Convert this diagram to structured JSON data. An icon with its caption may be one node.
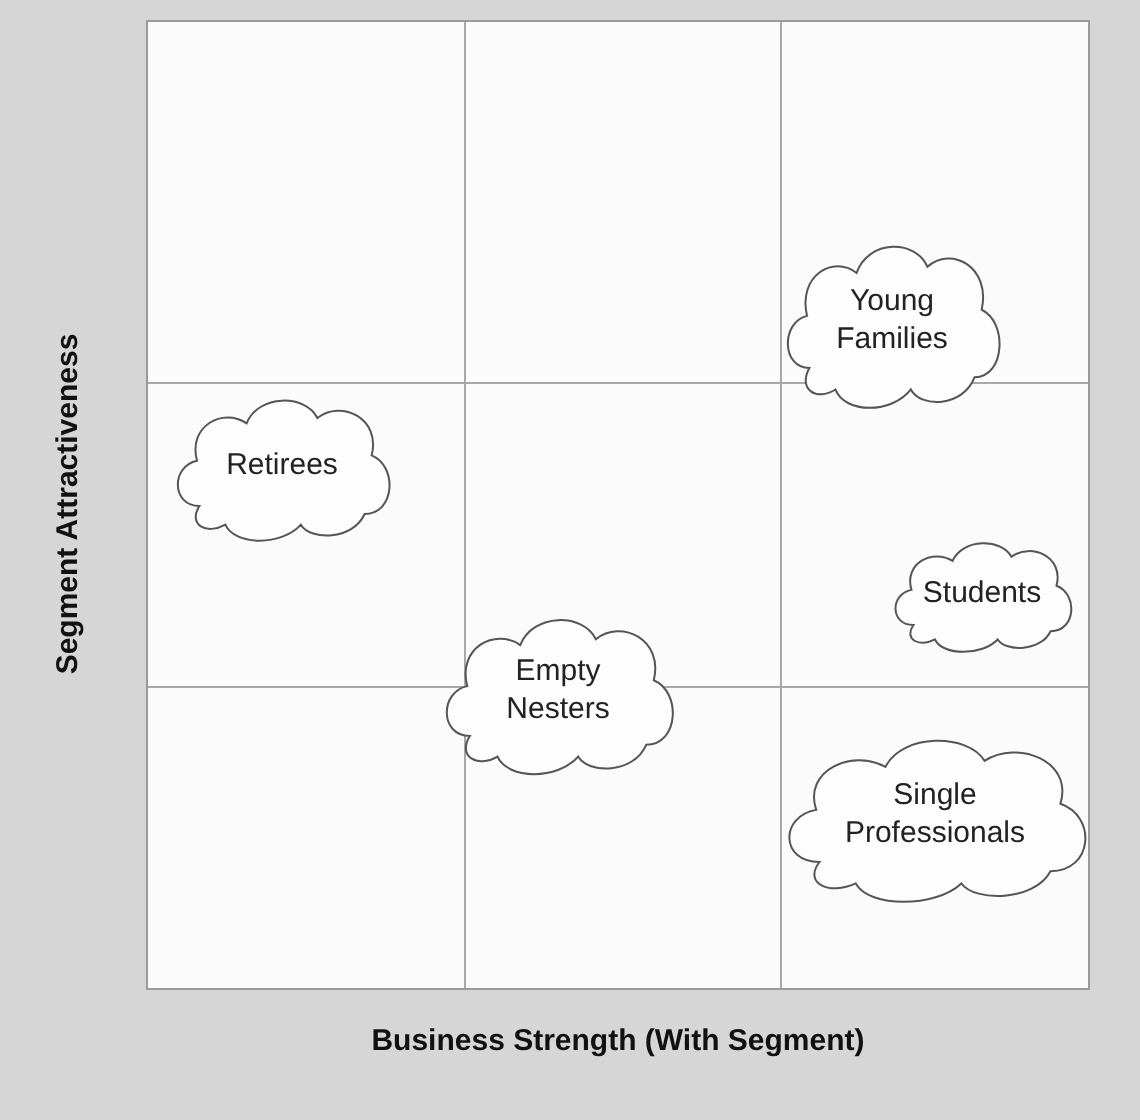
{
  "diagram": {
    "nodes": [
      {
        "text": [
          "Young Families"
        ]
      },
      {
        "text": [
          "Retirees"
        ]
      },
      {
        "text": [
          "Students"
        ]
      },
      {
        "text": [
          "Empty Nesters"
        ]
      },
      {
        "text": [
          "Single Professionals"
        ]
      }
    ],
    "labels": [
      "Segment Attractiveness",
      "Business Strength (With Segment)"
    ]
  }
}
